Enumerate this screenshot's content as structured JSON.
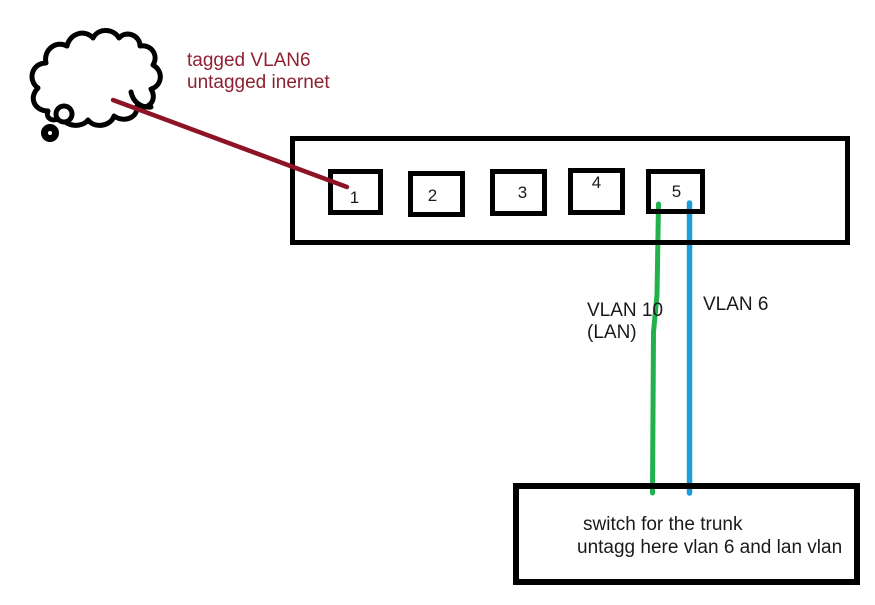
{
  "colors": {
    "annotation_red": "#8e2130",
    "uplink_line_red": "#8e1326",
    "vlan10_green": "#22b14c",
    "vlan6_blue": "#1b9dda",
    "outline_black": "#000000"
  },
  "cloud_annotation": {
    "line1": "tagged VLAN6",
    "line2": "untagged inernet"
  },
  "router": {
    "ports": [
      "1",
      "2",
      "3",
      "4",
      "5"
    ]
  },
  "trunk": {
    "vlan10_label_line1": "VLAN 10",
    "vlan10_label_line2": "(LAN)",
    "vlan6_label": "VLAN 6"
  },
  "trunk_switch": {
    "line1": "switch for the trunk",
    "line2": "untagg here vlan 6 and lan vlan"
  }
}
